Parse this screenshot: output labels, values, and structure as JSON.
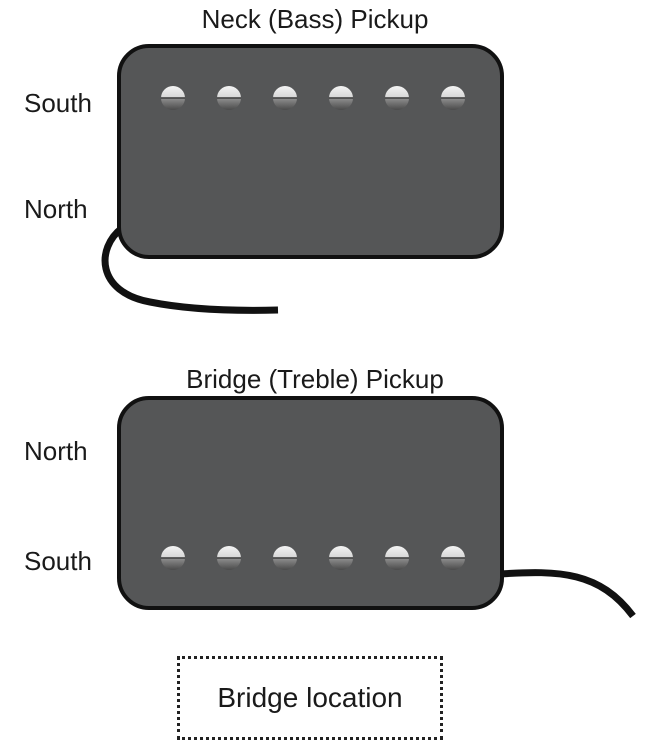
{
  "neck_pickup": {
    "title": "Neck (Bass) Pickup",
    "top_label": "South",
    "bottom_label": "North",
    "pole_count": 6
  },
  "bridge_pickup": {
    "title": "Bridge (Treble) Pickup",
    "top_label": "North",
    "bottom_label": "South",
    "pole_count": 6
  },
  "bridge_location": {
    "label": "Bridge location"
  },
  "colors": {
    "pickup_body": "#555657",
    "outline": "#111111",
    "pole_light": "#f2f2f2",
    "pole_dark": "#5a5a5a",
    "wire": "#111111"
  }
}
